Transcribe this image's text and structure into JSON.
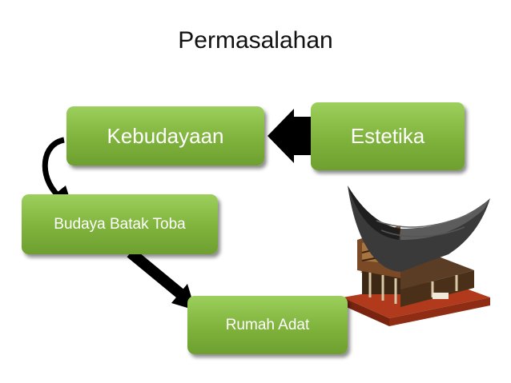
{
  "title": "Permasalahan",
  "nodes": {
    "kebudayaan": "Kebudayaan",
    "estetika": "Estetika",
    "budaya_batak_toba": "Budaya Batak Toba",
    "rumah_adat": "Rumah Adat"
  },
  "colors": {
    "box_fill": "#7fb33c",
    "box_text": "#ffffff",
    "arrow": "#000000"
  }
}
